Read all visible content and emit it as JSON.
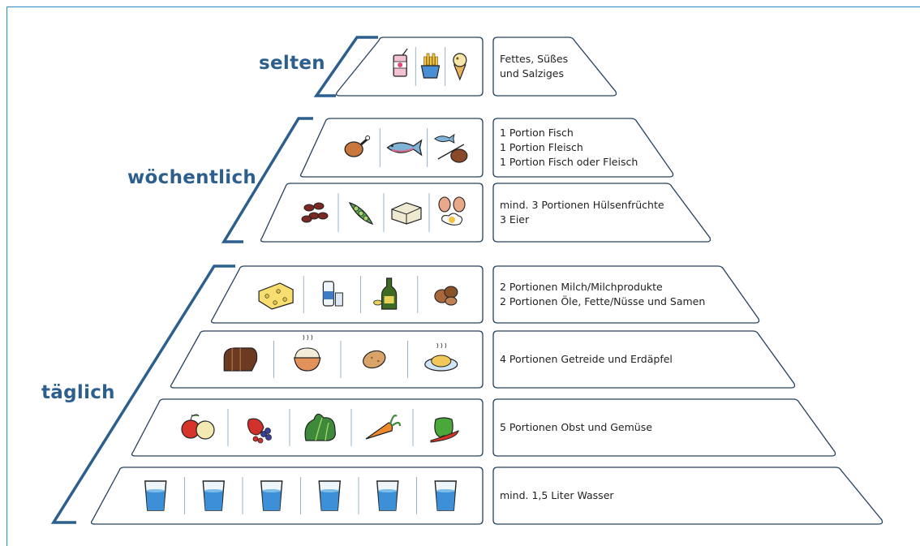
{
  "frequencies": {
    "selten": "selten",
    "woechentlich": "wöchentlich",
    "taeglich": "täglich"
  },
  "levels": [
    {
      "lines": [
        "Fettes, Süßes",
        "und Salziges"
      ],
      "icons": [
        "soft-drink-icon",
        "french-fries-icon",
        "ice-cream-icon"
      ]
    },
    {
      "lines": [
        "1 Portion Fisch",
        "1 Portion Fleisch",
        "1 Portion Fisch oder Fleisch"
      ],
      "icons": [
        "chicken-leg-icon",
        "fish-icon",
        "fish-or-meat-icon"
      ]
    },
    {
      "lines": [
        "mind. 3 Portionen Hülsenfrüchte",
        "3 Eier"
      ],
      "icons": [
        "beans-icon",
        "peas-icon",
        "tofu-icon",
        "eggs-icon"
      ]
    },
    {
      "lines": [
        "2 Portionen Milch/Milchprodukte",
        "2 Portionen Öle, Fette/Nüsse und Samen"
      ],
      "icons": [
        "cheese-icon",
        "milk-icon",
        "oil-bottle-icon",
        "nuts-icon"
      ]
    },
    {
      "lines": [
        "4 Portionen Getreide und Erdäpfel"
      ],
      "icons": [
        "bread-icon",
        "rice-bowl-icon",
        "potato-icon",
        "pasta-plate-icon"
      ]
    },
    {
      "lines": [
        "5 Portionen Obst und Gemüse"
      ],
      "icons": [
        "apple-icon",
        "berries-icon",
        "lettuce-icon",
        "carrot-icon",
        "pepper-icon"
      ]
    },
    {
      "lines": [
        "mind. 1,5 Liter Wasser"
      ],
      "icons": [
        "water-glass-icon",
        "water-glass-icon",
        "water-glass-icon",
        "water-glass-icon",
        "water-glass-icon",
        "water-glass-icon"
      ]
    }
  ]
}
